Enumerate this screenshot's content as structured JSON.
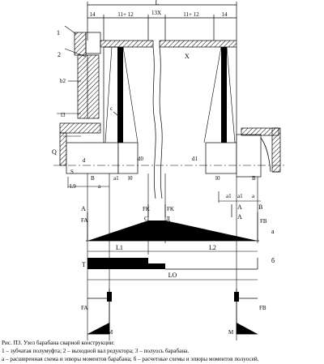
{
  "labels": {
    "L": "L",
    "dim_14_left": "14",
    "dim_11_12_left": "11+ 12",
    "dim_13x": "13X",
    "dim_11_12_right": "11+ 12",
    "dim_14_right": "14",
    "x": "X",
    "c": "c",
    "one": "1",
    "two": "2",
    "b2": "b2",
    "l3": "l3",
    "q": "Q",
    "d_left": "d",
    "s": "S",
    "b_left": "B",
    "a1_left": "a1",
    "l0_left": "l0",
    "d0": "d0",
    "d1": "d1",
    "l0_right": "l0",
    "b_right": "B",
    "l9": "L9",
    "a_left": "a",
    "a1_r1": "a1",
    "a1_r2": "a1",
    "a_right": "a",
    "a_sec": "A",
    "fk_left": "FK",
    "fk_right": "FK",
    "a_r": "A",
    "b_r": "B",
    "fa": "FA",
    "c_pt": "C",
    "d_pt": "Д",
    "a_r2": "A",
    "fb": "FB",
    "side_a": "а",
    "l1": "L1",
    "l2": "L2",
    "t": "T",
    "side_b": "б",
    "lo": "LO",
    "fa2": "FA",
    "fb2": "FB",
    "m_left": "M",
    "m_right": "M"
  },
  "caption": {
    "line1": "Рис. П3. Узел барабана сварной конструкции:",
    "line2": "1 – зубчатая полумуфта; 2 – выходной вал редуктора; 3 – полуось барабана.",
    "line3": "а – расширенная схема и эпюры моментов барабана; б – расчетные схемы и эпюры моментов полуосей."
  }
}
